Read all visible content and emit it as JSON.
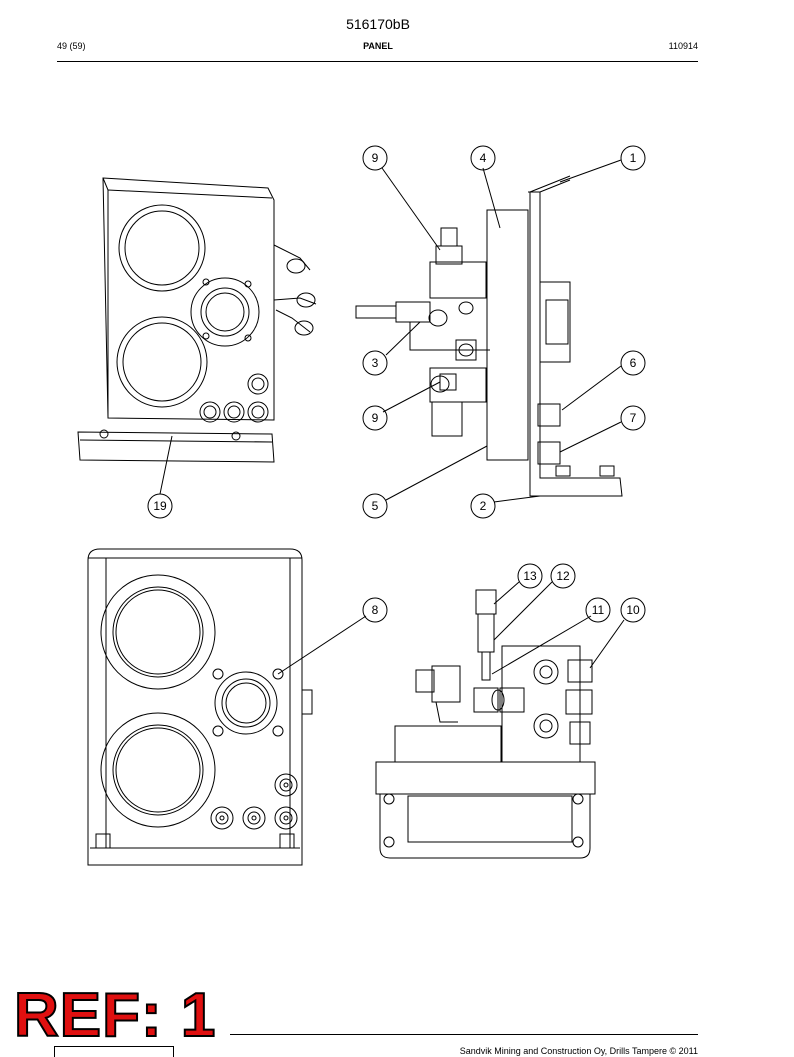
{
  "header": {
    "document_number": "516170bB",
    "page": "49 (59)",
    "title": "PANEL",
    "date": "110914"
  },
  "stamp": {
    "text": "REF: 1",
    "color": "#e01010"
  },
  "footer": {
    "copyright": "Sandvik Mining and Construction Oy, Drills Tampere © 2011"
  },
  "callouts": [
    "9",
    "4",
    "1",
    "3",
    "6",
    "9",
    "7",
    "19",
    "5",
    "2",
    "13",
    "12",
    "8",
    "11",
    "10"
  ]
}
